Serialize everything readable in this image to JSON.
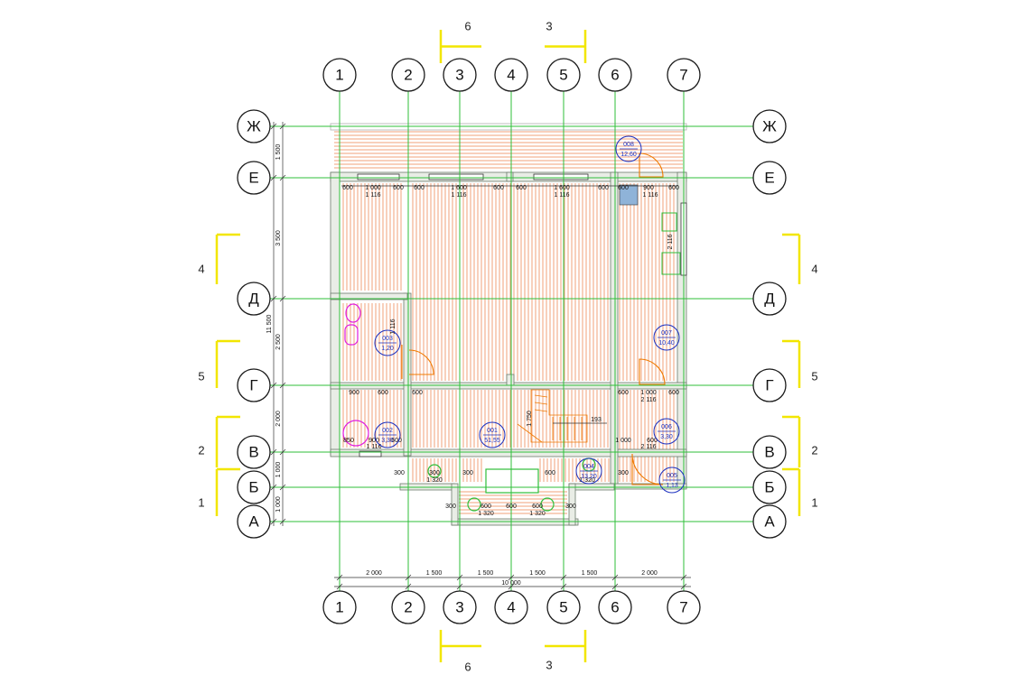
{
  "columns": [
    "1",
    "2",
    "3",
    "4",
    "5",
    "6",
    "7"
  ],
  "rows": [
    "Ж",
    "Е",
    "Д",
    "Г",
    "В",
    "Б",
    "А"
  ],
  "section_marks": {
    "top": [
      "6",
      "3"
    ],
    "bottom": [
      "6",
      "3"
    ],
    "left": [
      "4",
      "5",
      "2",
      "1"
    ],
    "right": [
      "4",
      "5",
      "2",
      "1"
    ]
  },
  "dimensions": {
    "bottom_spans": [
      "2 000",
      "1 500",
      "1 500",
      "1 500",
      "1 500",
      "2 000"
    ],
    "bottom_total": "10 000",
    "left_spans": [
      "1 500",
      "3 500",
      "2 500",
      "2 000",
      "1 000",
      "1 000"
    ],
    "left_total": "11 500",
    "wall_e_segments": [
      "600",
      "1 000",
      "600",
      "600",
      "1 600",
      "600",
      "600",
      "1 600",
      "600",
      "600",
      "900",
      "600"
    ],
    "wall_e_sub": [
      "1 116",
      "1 116",
      "1 116",
      "1 116"
    ],
    "wall_g_segments": [
      "900",
      "600",
      "600",
      "600",
      "1 000",
      "600"
    ],
    "wall_g_sub": [
      "2 116"
    ],
    "wall_v_segments": [
      "850",
      "900",
      "600",
      "1 000",
      "600"
    ],
    "wall_v_sub": [
      "1 116",
      "2 116"
    ],
    "porch_b": [
      "300",
      "300",
      "300",
      "600",
      "300"
    ],
    "porch_b_sub": [
      "1 320",
      "1 320"
    ],
    "porch_a": [
      "300",
      "600",
      "600",
      "600",
      "300"
    ],
    "porch_a_sub": [
      "1 320",
      "1 320"
    ],
    "misc": [
      "193",
      "1 116",
      "2 116",
      "1 750"
    ]
  },
  "rooms": [
    {
      "code": "008",
      "area": "12,60"
    },
    {
      "code": "003",
      "area": "1,20"
    },
    {
      "code": "007",
      "area": "10,40"
    },
    {
      "code": "002",
      "area": "3,30"
    },
    {
      "code": "001",
      "area": "51,55"
    },
    {
      "code": "006",
      "area": "3,30"
    },
    {
      "code": "004",
      "area": "13,20"
    },
    {
      "code": "005",
      "area": "1,13"
    }
  ]
}
